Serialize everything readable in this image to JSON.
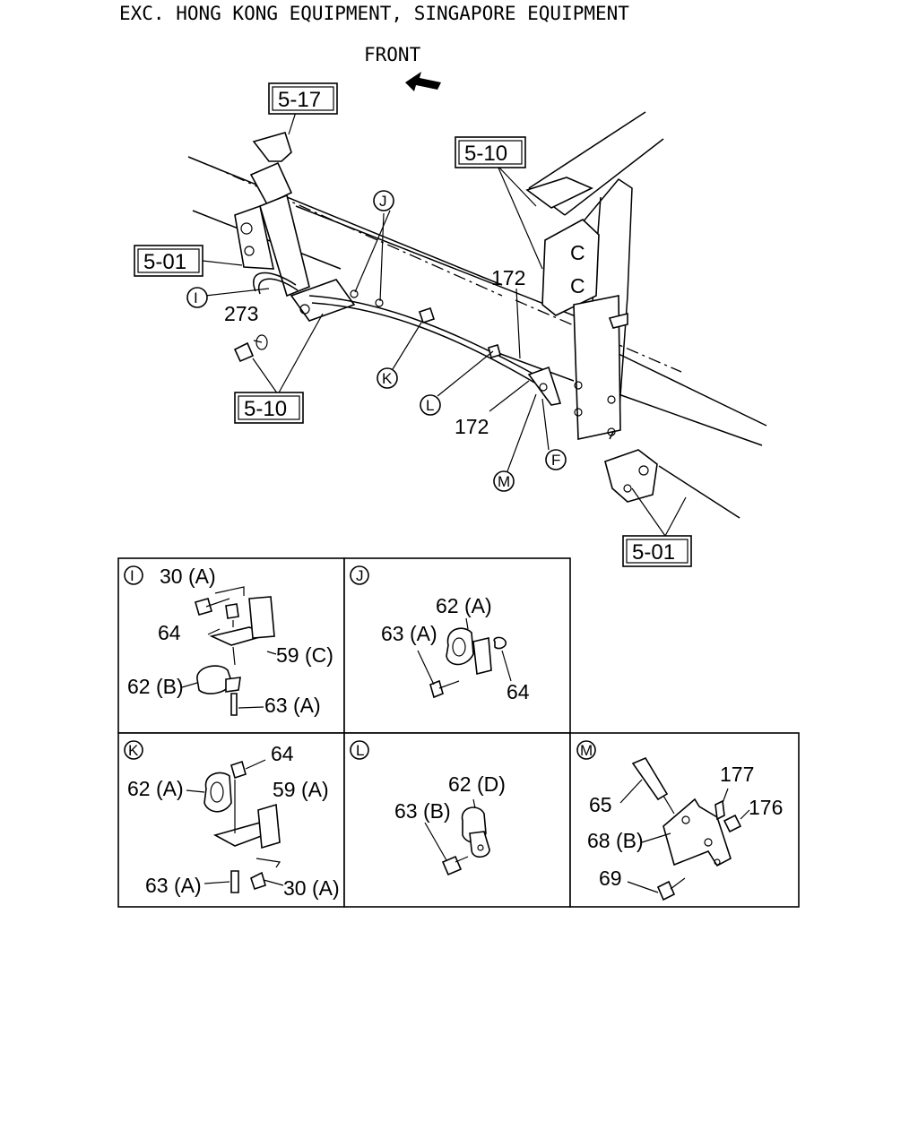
{
  "header": {
    "title": "EXC. HONG KONG EQUIPMENT, SINGAPORE EQUIPMENT"
  },
  "front": {
    "label": "FRONT"
  },
  "refs": {
    "r517": "5-17",
    "r510_top": "5-10",
    "r501_left": "5-01",
    "r510_bottom": "5-10",
    "r501_bottom": "5-01"
  },
  "main_labels": {
    "p273": "273",
    "p172_top": "172",
    "p172_bottom": "172"
  },
  "callouts": {
    "I": "I",
    "J": "J",
    "K": "K",
    "L": "L",
    "M": "M",
    "F": "F"
  },
  "details": {
    "I": {
      "letter": "I",
      "parts": [
        "30 (A)",
        "64",
        "59 (C)",
        "62 (B)",
        "63 (A)"
      ]
    },
    "J": {
      "letter": "J",
      "parts": [
        "62 (A)",
        "63 (A)",
        "64"
      ]
    },
    "K": {
      "letter": "K",
      "parts": [
        "64",
        "62 (A)",
        "59 (A)",
        "63 (A)",
        "30 (A)"
      ]
    },
    "L": {
      "letter": "L",
      "parts": [
        "62 (D)",
        "63 (B)"
      ]
    },
    "M": {
      "letter": "M",
      "parts": [
        "177",
        "65",
        "176",
        "68 (B)",
        "69"
      ]
    }
  }
}
